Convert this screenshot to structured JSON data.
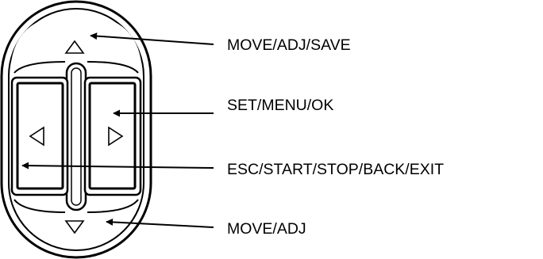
{
  "callouts": {
    "up": "MOVE/ADJ/SAVE",
    "right": "SET/MENU/OK",
    "left": "ESC/START/STOP/BACK/EXIT",
    "down": "MOVE/ADJ"
  },
  "icons": {
    "up": "triangle-up-outline",
    "left": "triangle-left-outline",
    "right": "triangle-right-outline",
    "down": "triangle-down-outline"
  },
  "colors": {
    "line": "#000000",
    "background": "#ffffff"
  }
}
